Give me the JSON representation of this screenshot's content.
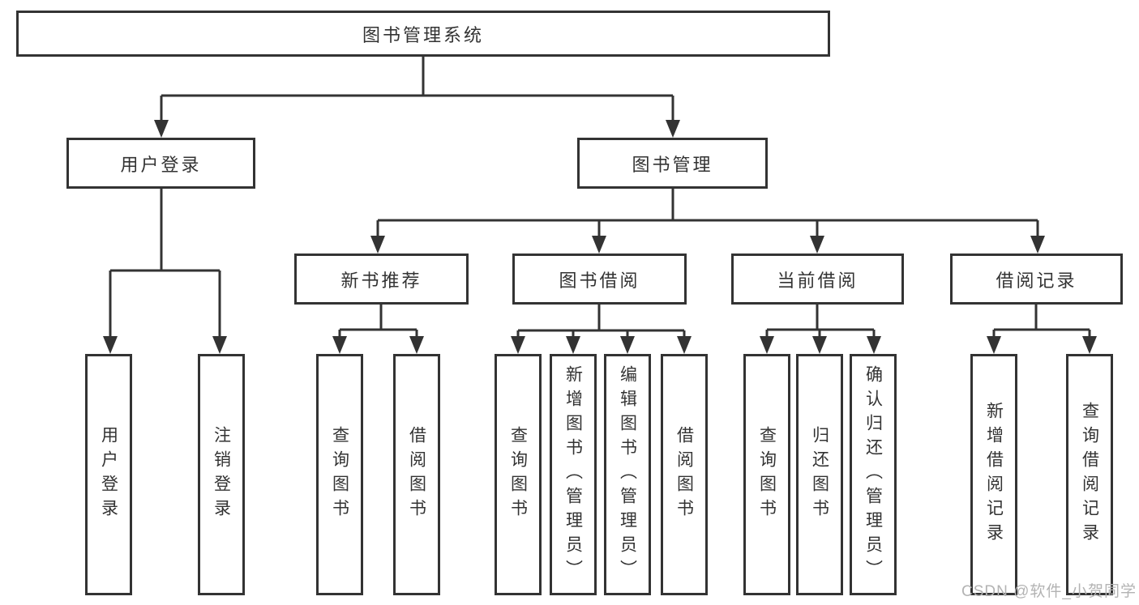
{
  "diagram": {
    "root": "图书管理系统",
    "level2": {
      "user_login": "用户登录",
      "book_management": "图书管理"
    },
    "level3": {
      "new_book_recommend": "新书推荐",
      "book_borrow": "图书借阅",
      "current_borrow": "当前借阅",
      "borrow_record": "借阅记录"
    },
    "leaves": [
      "用户登录",
      "注销登录",
      "查询图书",
      "借阅图书",
      "查询图书",
      "新增图书（管理员）",
      "编辑图书（管理员）",
      "借阅图书",
      "查询图书",
      "归还图书",
      "确认归还（管理员）",
      "新增借阅记录",
      "查询借阅记录"
    ]
  },
  "watermark": "CSDN @软件_小贺同学",
  "colors": {
    "line": "#333333",
    "text": "#333333",
    "box_background": "#ffffff",
    "watermark": "#b3b3b3",
    "page_background": "#ffffff"
  }
}
